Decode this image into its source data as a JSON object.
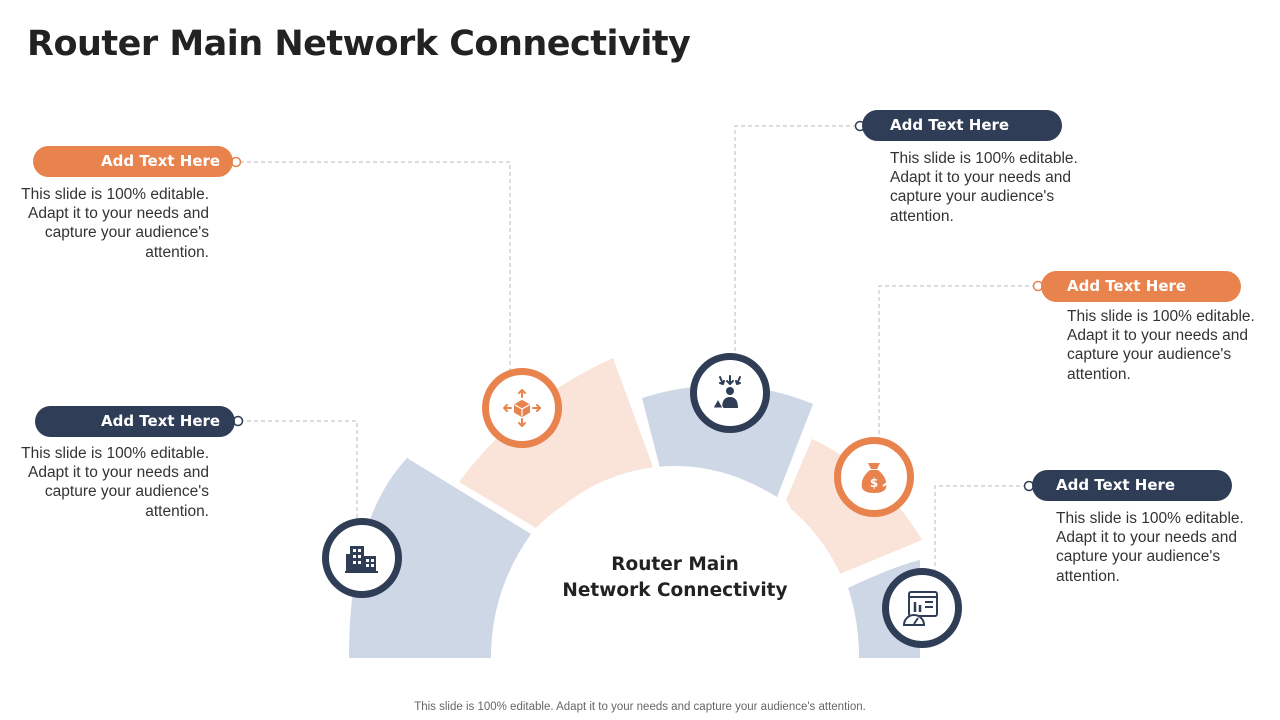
{
  "title": "Router Main Network Connectivity",
  "center": {
    "line1": "Router Main",
    "line2": "Network Connectivity"
  },
  "items": [
    {
      "label": "Add Text Here",
      "text": "This slide is 100% editable. Adapt it to your needs and capture your audience's attention.",
      "color": "orange",
      "icon": "box-arrows-icon"
    },
    {
      "label": "Add Text Here",
      "text": "This slide is 100% editable. Adapt it to your needs and capture your audience's attention.",
      "color": "navy",
      "icon": "buildings-icon"
    },
    {
      "label": "Add Text Here",
      "text": "This slide is 100% editable. Adapt it to your needs and capture your audience's attention.",
      "color": "navy",
      "icon": "person-alert-icon"
    },
    {
      "label": "Add Text Here",
      "text": "This slide is 100% editable. Adapt it to your needs and capture your audience's attention.",
      "color": "orange",
      "icon": "money-bag-icon"
    },
    {
      "label": "Add Text Here",
      "text": "This slide is 100% editable. Adapt it to your needs and capture your audience's attention.",
      "color": "navy",
      "icon": "dashboard-gauge-icon"
    }
  ],
  "colors": {
    "orange": "#E8834E",
    "navy": "#2F3E56",
    "light_blue": "#CDD7E6",
    "light_peach": "#FAE3D8"
  },
  "footer": "This slide is 100% editable. Adapt it to your needs and capture your audience's attention."
}
